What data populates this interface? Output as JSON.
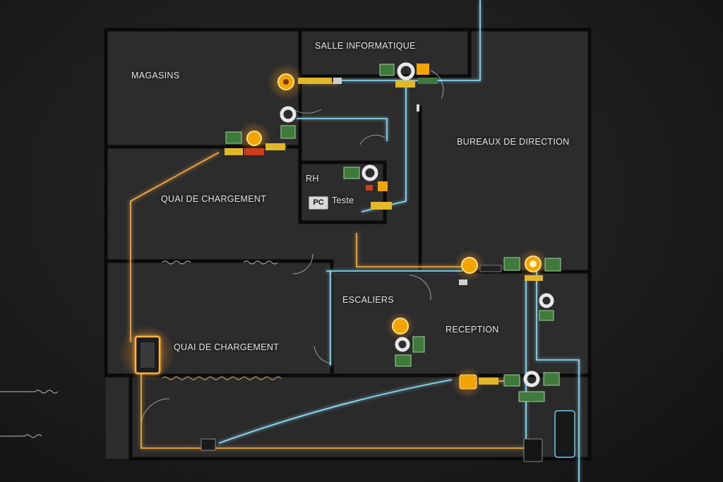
{
  "rooms": {
    "magasins": "MAGASINS",
    "salle_informatique": "SALLE INFORMATIQUE",
    "bureaux_direction": "BUREAUX DE DIRECTION",
    "rh": "RH",
    "pc_label": "PC",
    "teste": "Teste",
    "quai_chargement_1": "QUAI DE CHARGEMENT",
    "quai_chargement_2": "QUAI DE CHARGEMENT",
    "escaliers": "ESCALIERS",
    "reception": "RECEPTION"
  },
  "colors": {
    "wall": "#070707",
    "floor": "#2e2e2e",
    "cable_orange": "#ffb347",
    "cable_blue": "#8fe3ff",
    "node_orange": "#f2a400",
    "node_green": "#3f7a3c",
    "node_yellow": "#e0b82a",
    "node_red": "#d03a1e"
  },
  "icons": [
    "router-node-icon",
    "access-point-icon",
    "switch-icon",
    "firewall-icon",
    "camera-icon",
    "server-rack-icon",
    "door-icon"
  ]
}
